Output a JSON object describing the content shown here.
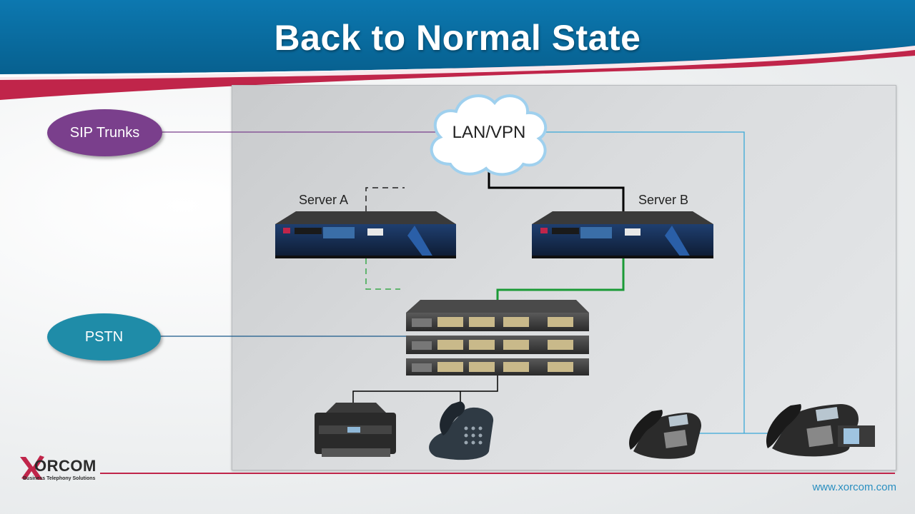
{
  "title": "Back to Normal State",
  "nodes": {
    "sip_trunks": "SIP Trunks",
    "pstn": "PSTN",
    "cloud": "LAN/VPN",
    "server_a": "Server A",
    "server_b": "Server B"
  },
  "brand": {
    "logo_text": "ORCOM",
    "tagline": "Business Telephony Solutions",
    "url": "www.xorcom.com"
  },
  "colors": {
    "header_blue": "#0a6fa5",
    "header_red": "#c0254a",
    "sip_purple": "#7a3f8c",
    "pstn_teal": "#1f8ca8",
    "active_link_green": "#1a9a36",
    "lan_link_black": "#000000",
    "phone_link_blue": "#3aa8d8"
  },
  "links": [
    {
      "from": "SIP Trunks",
      "to": "LAN/VPN",
      "style": "solid"
    },
    {
      "from": "LAN/VPN",
      "to": "Server B",
      "style": "solid"
    },
    {
      "from": "LAN/VPN",
      "to": "Server A",
      "style": "dashed"
    },
    {
      "from": "Server B",
      "to": "switch",
      "style": "solid"
    },
    {
      "from": "Server A",
      "to": "switch",
      "style": "dashed"
    },
    {
      "from": "PSTN",
      "to": "switch",
      "style": "solid"
    },
    {
      "from": "switch",
      "to": "printer",
      "style": "solid"
    },
    {
      "from": "switch",
      "to": "desk phone",
      "style": "solid"
    },
    {
      "from": "LAN/VPN",
      "to": "IP phones",
      "style": "solid"
    }
  ]
}
